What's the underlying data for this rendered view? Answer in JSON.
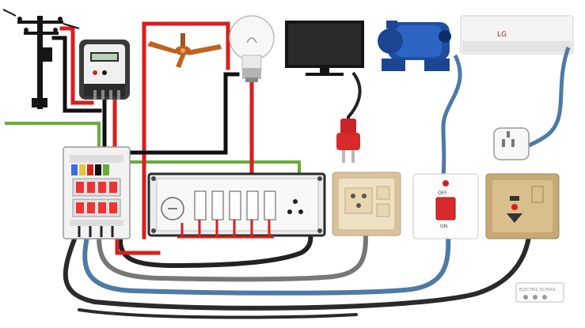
{
  "labels": {
    "switch_off": "OFF",
    "switch_on": "ON",
    "watermark": "ELECTRIC SCHOOL",
    "ac_brand": "LG"
  },
  "colors": {
    "live": "#d81f1f",
    "neutral": "#111111",
    "earth": "#6aaa3a",
    "blue_cable": "#4d7aa6",
    "grey_cable": "#777777",
    "socket_bezel": "#d8c29c"
  }
}
